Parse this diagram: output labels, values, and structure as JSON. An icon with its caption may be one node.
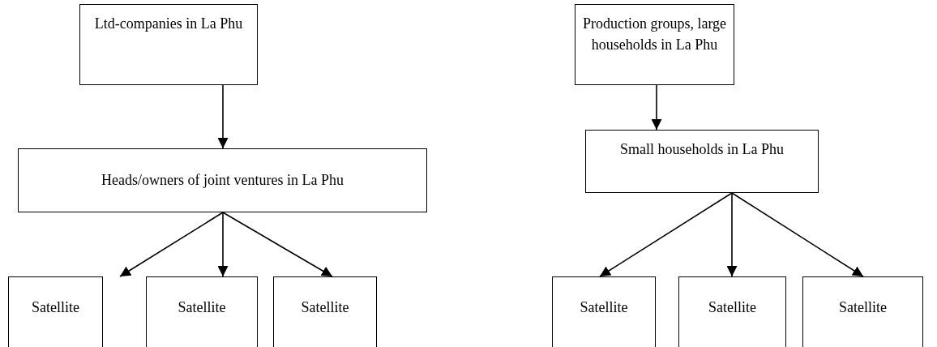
{
  "diagram": {
    "nodes": [
      {
        "text": [
          "Ltd-companies in La Phu"
        ]
      },
      {
        "text": [
          "Heads/owners of joint ventures in La Phu"
        ]
      },
      {
        "text": [
          "Satellite"
        ]
      },
      {
        "text": [
          "Satellite"
        ]
      },
      {
        "text": [
          "Satellite"
        ]
      },
      {
        "text": [
          "Production groups, large households in La Phu"
        ]
      },
      {
        "text": [
          "Small households in La Phu"
        ]
      },
      {
        "text": [
          "Satellite"
        ]
      },
      {
        "text": [
          "Satellite"
        ]
      },
      {
        "text": [
          "Satellite"
        ]
      }
    ],
    "edges": [
      {
        "from": 0,
        "to": 1,
        "arrow": "to"
      },
      {
        "from": 1,
        "to": 2,
        "arrow": "to"
      },
      {
        "from": 1,
        "to": 3,
        "arrow": "to"
      },
      {
        "from": 1,
        "to": 4,
        "arrow": "to"
      },
      {
        "from": 5,
        "to": 6,
        "arrow": "to"
      },
      {
        "from": 6,
        "to": 7,
        "arrow": "to"
      },
      {
        "from": 6,
        "to": 8,
        "arrow": "to"
      },
      {
        "from": 6,
        "to": 9,
        "arrow": "to"
      }
    ]
  }
}
